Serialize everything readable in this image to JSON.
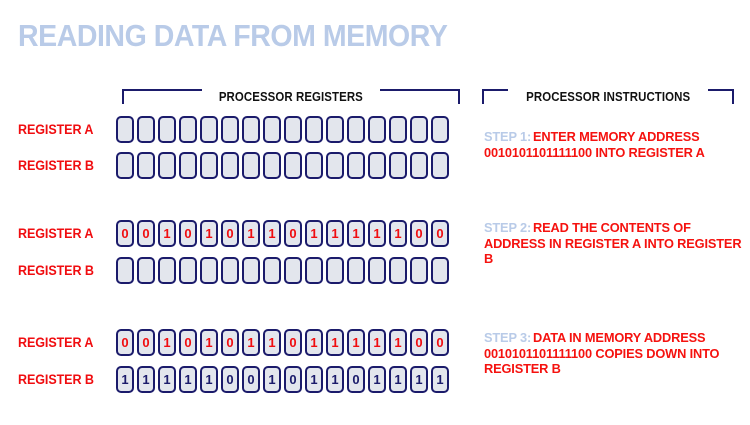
{
  "title": "READING DATA FROM MEMORY",
  "colors": {
    "title": "#b9cbe8",
    "navy": "#1b1b6b",
    "red": "#f00d10",
    "cell_fill": "#e3e6ed",
    "background": "#ffffff"
  },
  "headers": {
    "registers": "PROCESSOR REGISTERS",
    "instructions": "PROCESSOR INSTRUCTIONS"
  },
  "labels": {
    "register_a": "REGISTER A",
    "register_b": "REGISTER B"
  },
  "bit_width": 16,
  "steps": [
    {
      "step_tag": "STEP 1:",
      "text": "ENTER MEMORY ADDRESS 0010101101111100 INTO REGISTER A",
      "register_a": {
        "label": "REGISTER A",
        "bits": [
          "",
          "",
          "",
          "",
          "",
          "",
          "",
          "",
          "",
          "",
          "",
          "",
          "",
          "",
          "",
          ""
        ],
        "digit_color": "none"
      },
      "register_b": {
        "label": "REGISTER B",
        "bits": [
          "",
          "",
          "",
          "",
          "",
          "",
          "",
          "",
          "",
          "",
          "",
          "",
          "",
          "",
          "",
          ""
        ],
        "digit_color": "none"
      }
    },
    {
      "step_tag": "STEP 2:",
      "text": "READ THE CONTENTS OF ADDRESS IN REGISTER A INTO REGISTER B",
      "register_a": {
        "label": "REGISTER A",
        "bits": [
          "0",
          "0",
          "1",
          "0",
          "1",
          "0",
          "1",
          "1",
          "0",
          "1",
          "1",
          "1",
          "1",
          "1",
          "0",
          "0"
        ],
        "digit_color": "red"
      },
      "register_b": {
        "label": "REGISTER B",
        "bits": [
          "",
          "",
          "",
          "",
          "",
          "",
          "",
          "",
          "",
          "",
          "",
          "",
          "",
          "",
          "",
          ""
        ],
        "digit_color": "none"
      }
    },
    {
      "step_tag": "STEP 3:",
      "text": "DATA IN MEMORY ADDRESS 0010101101111100 COPIES DOWN INTO REGISTER B",
      "register_a": {
        "label": "REGISTER A",
        "bits": [
          "0",
          "0",
          "1",
          "0",
          "1",
          "0",
          "1",
          "1",
          "0",
          "1",
          "1",
          "1",
          "1",
          "1",
          "0",
          "0"
        ],
        "digit_color": "red"
      },
      "register_b": {
        "label": "REGISTER B",
        "bits": [
          "1",
          "1",
          "1",
          "1",
          "1",
          "0",
          "0",
          "1",
          "0",
          "1",
          "1",
          "0",
          "1",
          "1",
          "1",
          "1"
        ],
        "digit_color": "navy"
      }
    }
  ],
  "memory_address": "0010101101111100",
  "memory_contents": "1111100101101111"
}
